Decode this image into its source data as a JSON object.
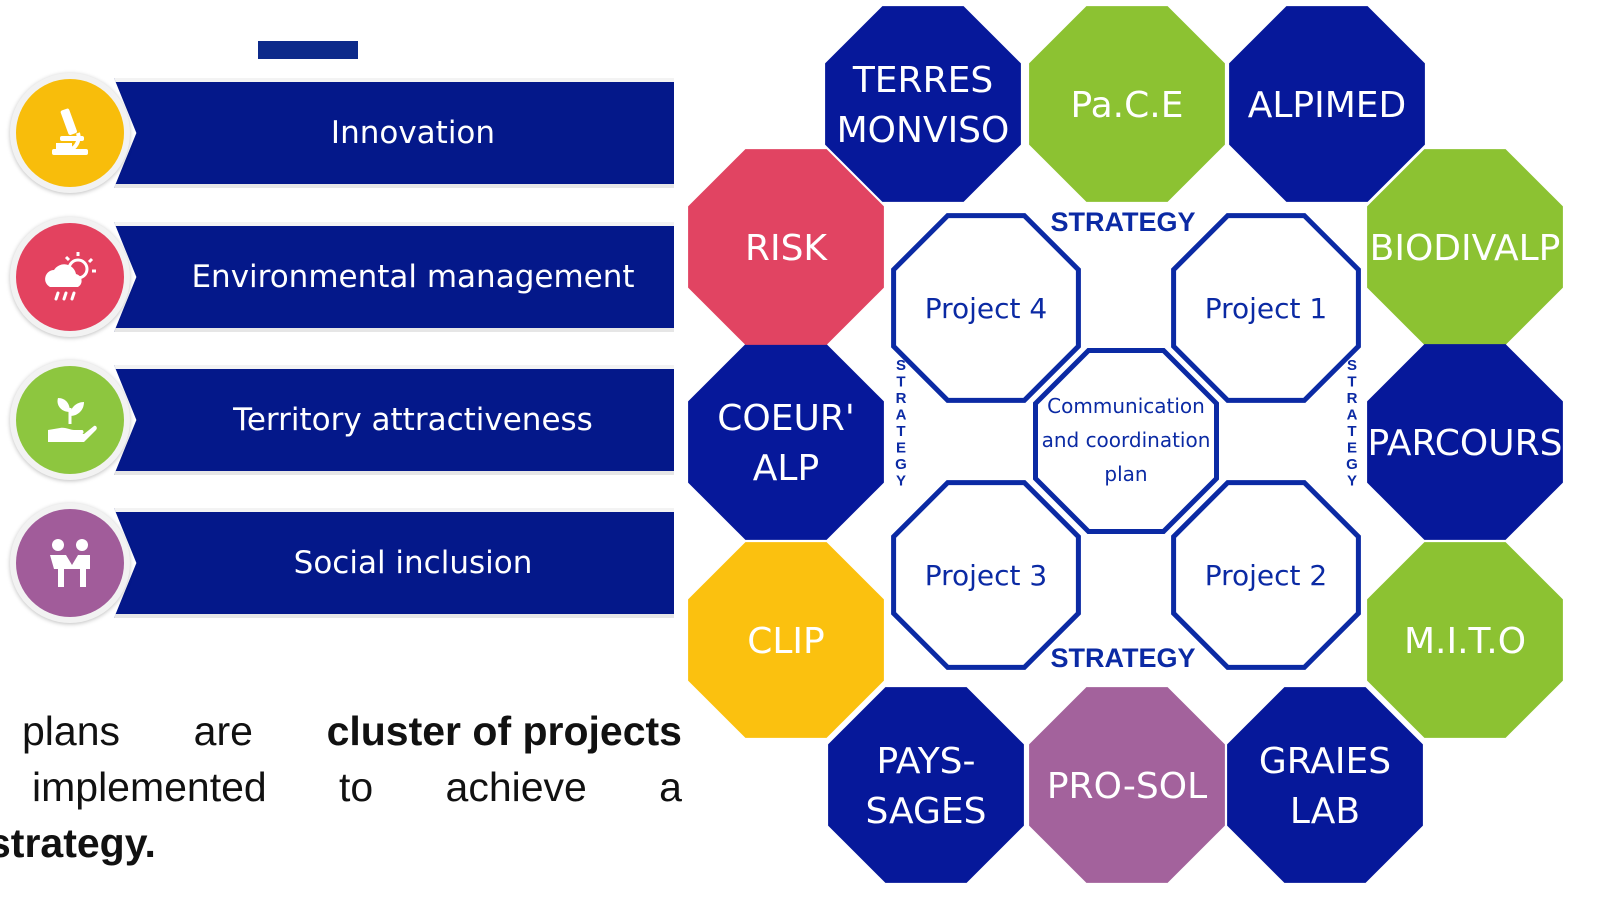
{
  "left_panel": {
    "themes": [
      {
        "label": "Innovation",
        "icon": "microscope-icon",
        "color": "#f8bd0b"
      },
      {
        "label": "Environmental management",
        "icon": "weather-cloud-icon",
        "color": "#e3425f"
      },
      {
        "label": "Territory attractiveness",
        "icon": "plant-in-hand-icon",
        "color": "#8dc63f"
      },
      {
        "label": "Social inclusion",
        "icon": "people-handshake-icon",
        "color": "#a15c9a"
      }
    ],
    "band_color": "#04188a"
  },
  "caption": {
    "line1_words": [
      "plans",
      "are",
      "cluster of projects"
    ],
    "line2_words": [
      "implemented",
      "to",
      "achieve",
      "a"
    ],
    "line3": "strategy."
  },
  "diagram": {
    "outer_projects": [
      {
        "lines": [
          "TERRES",
          "MONVISO"
        ],
        "color": "#06189a"
      },
      {
        "lines": [
          "Pa.C.E"
        ],
        "color": "#8cc232"
      },
      {
        "lines": [
          "ALPIMED"
        ],
        "color": "#06189a"
      },
      {
        "lines": [
          "BIODIVALP"
        ],
        "color": "#8cc232"
      },
      {
        "lines": [
          "PARCOURS"
        ],
        "color": "#06189a"
      },
      {
        "lines": [
          "M.I.T.O"
        ],
        "color": "#8cc232"
      },
      {
        "lines": [
          "GRAIES",
          "LAB"
        ],
        "color": "#06189a"
      },
      {
        "lines": [
          "PRO-SOL"
        ],
        "color": "#a3629c"
      },
      {
        "lines": [
          "PAYS-",
          "SAGES"
        ],
        "color": "#06189a"
      },
      {
        "lines": [
          "CLIP"
        ],
        "color": "#fbc10f"
      },
      {
        "lines": [
          "COEUR'",
          "ALP"
        ],
        "color": "#06189a"
      },
      {
        "lines": [
          "RISK"
        ],
        "color": "#e14462"
      }
    ],
    "inner_projects": [
      "Project 4",
      "Project 1",
      "Project 3",
      "Project 2"
    ],
    "center": [
      "Communication",
      "and coordination",
      "plan"
    ],
    "strategy_label": "STRATEGY",
    "outline_color": "#0b2aa4"
  }
}
